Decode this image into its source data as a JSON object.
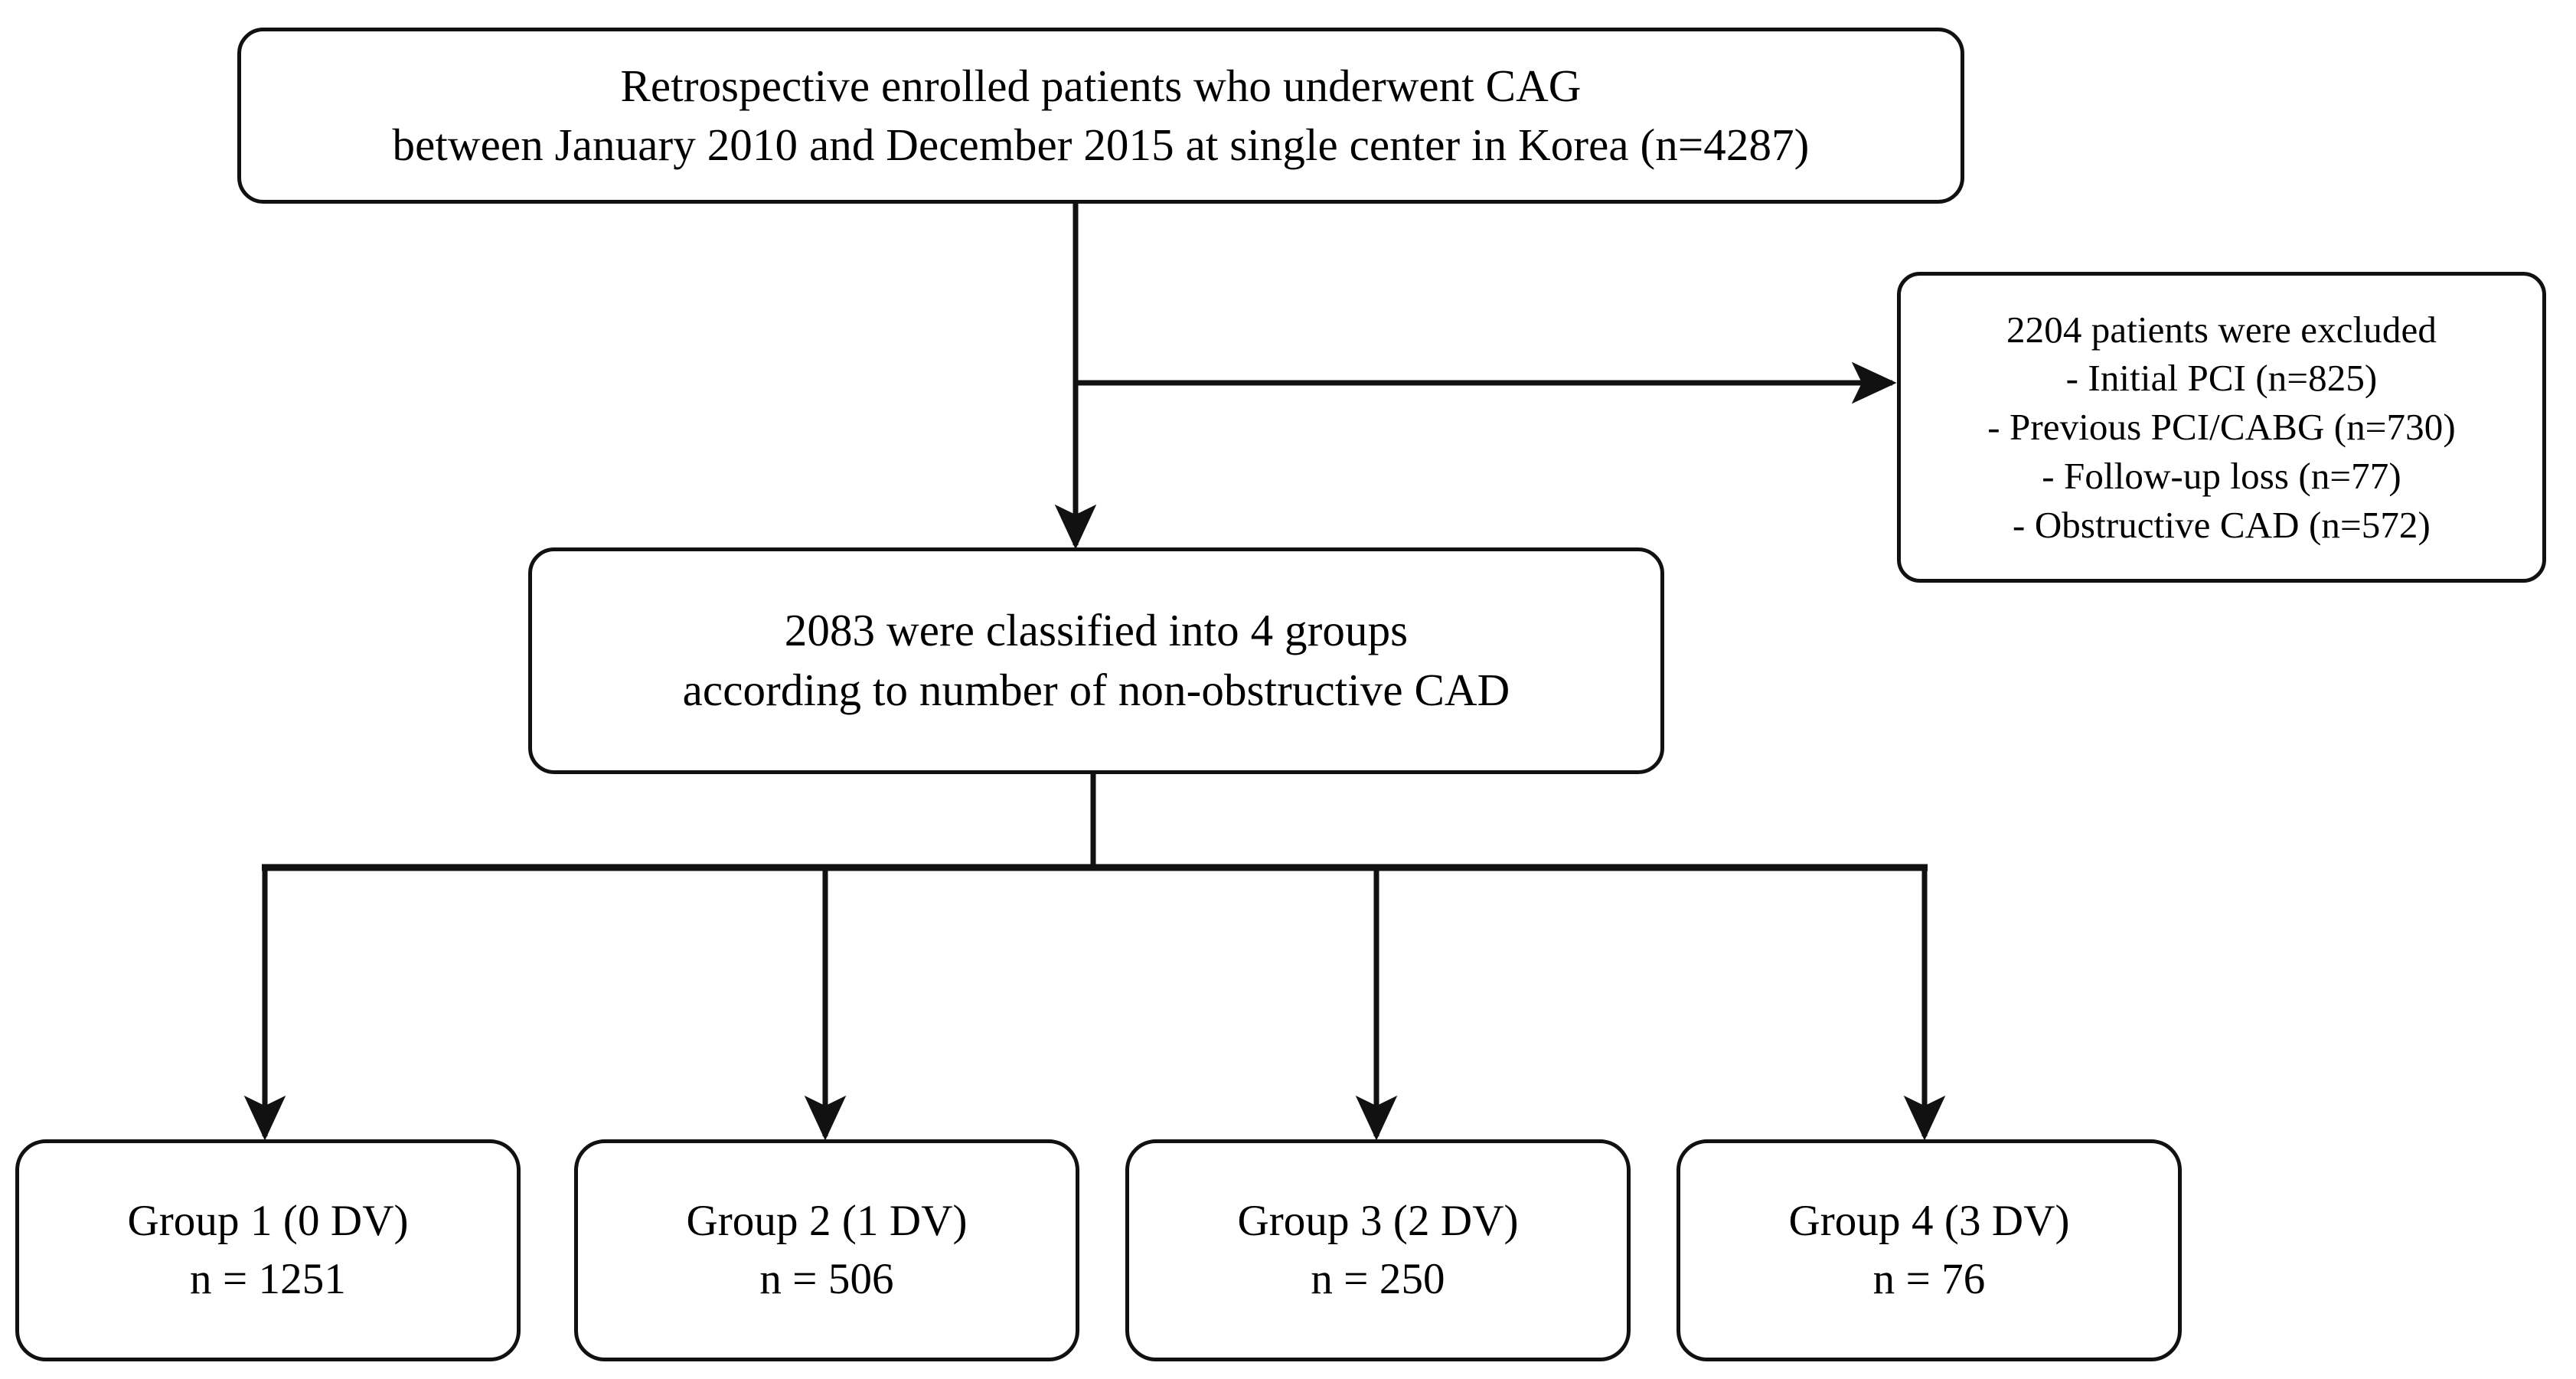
{
  "diagram": {
    "title": "Patient enrollment and group classification flow",
    "line_color": "#111111",
    "box_border_color": "#111111",
    "background_color": "#ffffff"
  },
  "nodes": {
    "enrolled": {
      "name": "enrolled-patients-box",
      "lines": [
        "Retrospective enrolled patients who underwent CAG",
        "between January 2010 and December 2015 at single center in Korea (n=4287)"
      ]
    },
    "excluded": {
      "name": "excluded-patients-box",
      "lines": [
        "2204 patients were excluded",
        "- Initial PCI (n=825)",
        "- Previous PCI/CABG (n=730)",
        "- Follow-up loss (n=77)",
        "- Obstructive CAD (n=572)"
      ]
    },
    "classified": {
      "name": "classified-groups-box",
      "lines": [
        "2083 were classified into 4 groups",
        "according to number of non-obstructive CAD"
      ]
    },
    "groups": [
      {
        "name": "group-1",
        "label": "Group 1 (0 DV)",
        "count": "n = 1251"
      },
      {
        "name": "group-2",
        "label": "Group 2 (1 DV)",
        "count": "n = 506"
      },
      {
        "name": "group-3",
        "label": "Group 3 (2 DV)",
        "count": "n = 250"
      },
      {
        "name": "group-4",
        "label": "Group 4 (3 DV)",
        "count": "n = 76"
      }
    ]
  },
  "chart_data": {
    "type": "diagram",
    "title": "Study flow diagram",
    "stages": [
      {
        "stage": "Enrolled (CAG)",
        "n": 4287
      },
      {
        "stage": "Excluded",
        "n": 2204
      },
      {
        "stage": "Classified into 4 groups",
        "n": 2083
      }
    ],
    "exclusion_reasons": [
      {
        "reason": "Initial PCI",
        "n": 825
      },
      {
        "reason": "Previous PCI/CABG",
        "n": 730
      },
      {
        "reason": "Follow-up loss",
        "n": 77
      },
      {
        "reason": "Obstructive CAD",
        "n": 572
      }
    ],
    "categories": [
      "Group 1 (0 DV)",
      "Group 2 (1 DV)",
      "Group 3 (2 DV)",
      "Group 4 (3 DV)"
    ],
    "values": [
      1251,
      506,
      250,
      76
    ]
  }
}
